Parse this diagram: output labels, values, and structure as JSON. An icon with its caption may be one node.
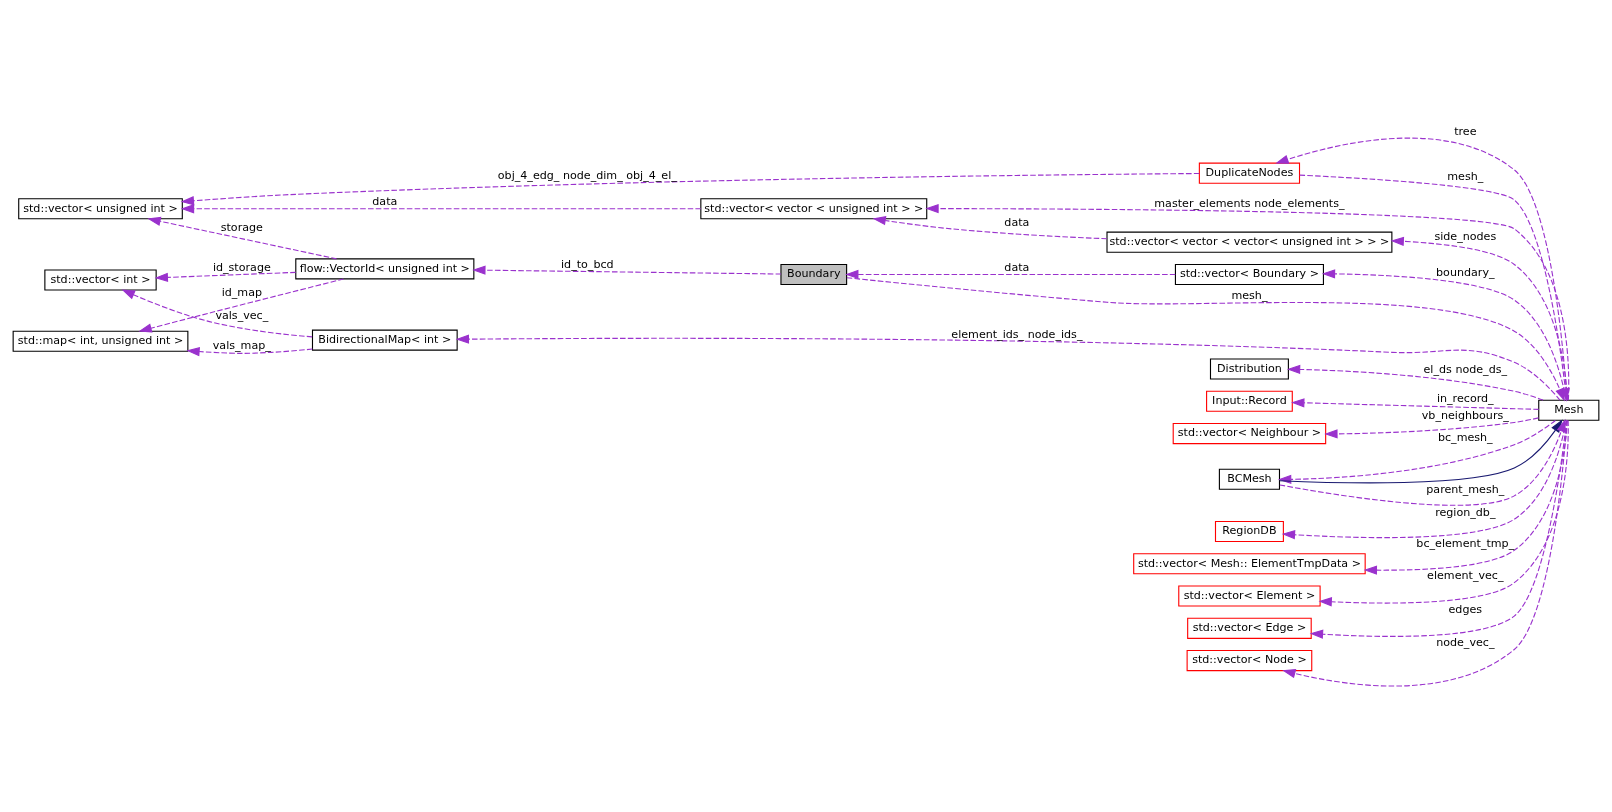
{
  "diagram": {
    "nodes": [
      {
        "text": [
          "std::vector< unsigned int >"
        ]
      },
      {
        "text": [
          "Distribution"
        ]
      },
      {
        "text": [
          "Input::Record"
        ]
      },
      {
        "text": [
          "std::vector< vector < unsigned int > >"
        ]
      },
      {
        "text": [
          "std::vector< vector < vector< unsigned int > > >"
        ]
      },
      {
        "text": [
          "std::vector< Neighbour >"
        ]
      },
      {
        "text": [
          "std::map< int, unsigned int >"
        ]
      },
      {
        "text": [
          "flow::VectorId< unsigned int >"
        ]
      },
      {
        "text": [
          "Boundary"
        ]
      },
      {
        "text": [
          "Mesh"
        ]
      },
      {
        "text": [
          "DuplicateNodes"
        ]
      },
      {
        "text": [
          "BCMesh"
        ]
      },
      {
        "text": [
          "std::vector< Boundary >"
        ]
      },
      {
        "text": [
          "std::vector< int >"
        ]
      },
      {
        "text": [
          "BidirectionalMap< int >"
        ]
      },
      {
        "text": [
          "RegionDB"
        ]
      },
      {
        "text": [
          "std::vector< Mesh:: ElementTmpData >"
        ]
      },
      {
        "text": [
          "std::vector< Element >"
        ]
      },
      {
        "text": [
          "std::vector< Edge >"
        ]
      },
      {
        "text": [
          "std::vector< Node >"
        ]
      }
    ],
    "edges": [
      {
        "from": 10,
        "to": 0,
        "arrow": "to",
        "label": "obj_4_edg_ node_dim_ obj_4_el_",
        "style": "dashed"
      },
      {
        "from": 9,
        "to": 1,
        "arrow": "to",
        "label": "el_ds node_ds_",
        "style": "dashed"
      },
      {
        "from": 9,
        "to": 2,
        "arrow": "to",
        "label": "in_record_",
        "style": "dashed"
      },
      {
        "from": 3,
        "to": 0,
        "arrow": "to",
        "label": "data",
        "style": "dashed"
      },
      {
        "from": 9,
        "to": 3,
        "arrow": "to",
        "label": "master_elements node_elements_",
        "style": "dashed"
      },
      {
        "from": 4,
        "to": 3,
        "arrow": "to",
        "label": "data",
        "style": "dashed"
      },
      {
        "from": 9,
        "to": 4,
        "arrow": "to",
        "label": "side_nodes",
        "style": "dashed"
      },
      {
        "from": 9,
        "to": 5,
        "arrow": "to",
        "label": "vb_neighbours_",
        "style": "dashed"
      },
      {
        "from": 7,
        "to": 0,
        "arrow": "to",
        "label": "storage",
        "style": "dashed"
      },
      {
        "from": 7,
        "to": 6,
        "arrow": "to",
        "label": "id_map",
        "style": "dashed"
      },
      {
        "from": 7,
        "to": 13,
        "arrow": "to",
        "label": "id_storage",
        "style": "dashed"
      },
      {
        "from": 8,
        "to": 7,
        "arrow": "to",
        "label": "id_to_bcd",
        "style": "dashed"
      },
      {
        "from": 8,
        "to": 9,
        "arrow": "to",
        "label": "mesh_",
        "style": "dashed"
      },
      {
        "from": 10,
        "to": 9,
        "arrow": "to",
        "label": "mesh_",
        "style": "dashed"
      },
      {
        "from": 9,
        "to": 10,
        "arrow": "to",
        "label": "tree",
        "style": "dashed"
      },
      {
        "from": 11,
        "to": 9,
        "arrow": "to",
        "color": "#191970"
      },
      {
        "from": 11,
        "to": 9,
        "arrow": "to",
        "label": "parent_mesh_",
        "style": "dashed"
      },
      {
        "from": 9,
        "to": 11,
        "arrow": "to",
        "label": "bc_mesh_",
        "style": "dashed"
      },
      {
        "from": 12,
        "to": 8,
        "arrow": "to",
        "label": "data",
        "style": "dashed"
      },
      {
        "from": 9,
        "to": 12,
        "arrow": "to",
        "label": "boundary_",
        "style": "dashed"
      },
      {
        "from": 14,
        "to": 6,
        "arrow": "to",
        "label": "vals_map_",
        "style": "dashed"
      },
      {
        "from": 14,
        "to": 13,
        "arrow": "to",
        "label": "vals_vec_",
        "style": "dashed"
      },
      {
        "from": 9,
        "to": 14,
        "arrow": "to",
        "label": "element_ids_ node_ids_",
        "style": "dashed"
      },
      {
        "from": 9,
        "to": 15,
        "arrow": "to",
        "label": "region_db_",
        "style": "dashed"
      },
      {
        "from": 9,
        "to": 16,
        "arrow": "to",
        "label": "bc_element_tmp_",
        "style": "dashed"
      },
      {
        "from": 9,
        "to": 17,
        "arrow": "to",
        "label": "element_vec_",
        "style": "dashed"
      },
      {
        "from": 9,
        "to": 18,
        "arrow": "to",
        "label": "edges",
        "style": "dashed"
      },
      {
        "from": 9,
        "to": 19,
        "arrow": "to",
        "label": "node_vec_",
        "style": "dashed"
      }
    ]
  }
}
